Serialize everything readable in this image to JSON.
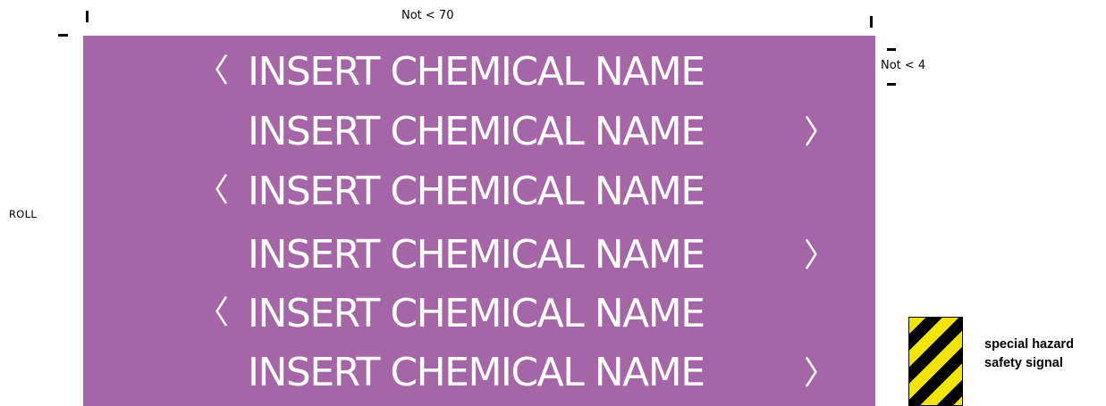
{
  "colors": {
    "label_background": "#a566a8",
    "label_text": "#ffffff",
    "hazard_stripe_a": "#f2e600",
    "hazard_stripe_b": "#000000"
  },
  "dimensions": {
    "width_note": "Not < 70",
    "height_note": "Not < 4",
    "side_note": "ROLL"
  },
  "label": {
    "lines": [
      {
        "text": "INSERT CHEMICAL NAME",
        "arrow": "left",
        "arrow_glyph": "〈"
      },
      {
        "text": "INSERT CHEMICAL NAME",
        "arrow": "right",
        "arrow_glyph": "〉"
      },
      {
        "text": "INSERT CHEMICAL NAME",
        "arrow": "left",
        "arrow_glyph": "〈"
      },
      {
        "text": "INSERT CHEMICAL NAME",
        "arrow": "right",
        "arrow_glyph": "〉"
      },
      {
        "text": "INSERT CHEMICAL NAME",
        "arrow": "left",
        "arrow_glyph": "〈"
      },
      {
        "text": "INSERT CHEMICAL NAME",
        "arrow": "right",
        "arrow_glyph": "〉"
      }
    ]
  },
  "legend": {
    "line1": "special hazard",
    "line2": "safety signal",
    "icon": "hazard-stripes-icon"
  }
}
